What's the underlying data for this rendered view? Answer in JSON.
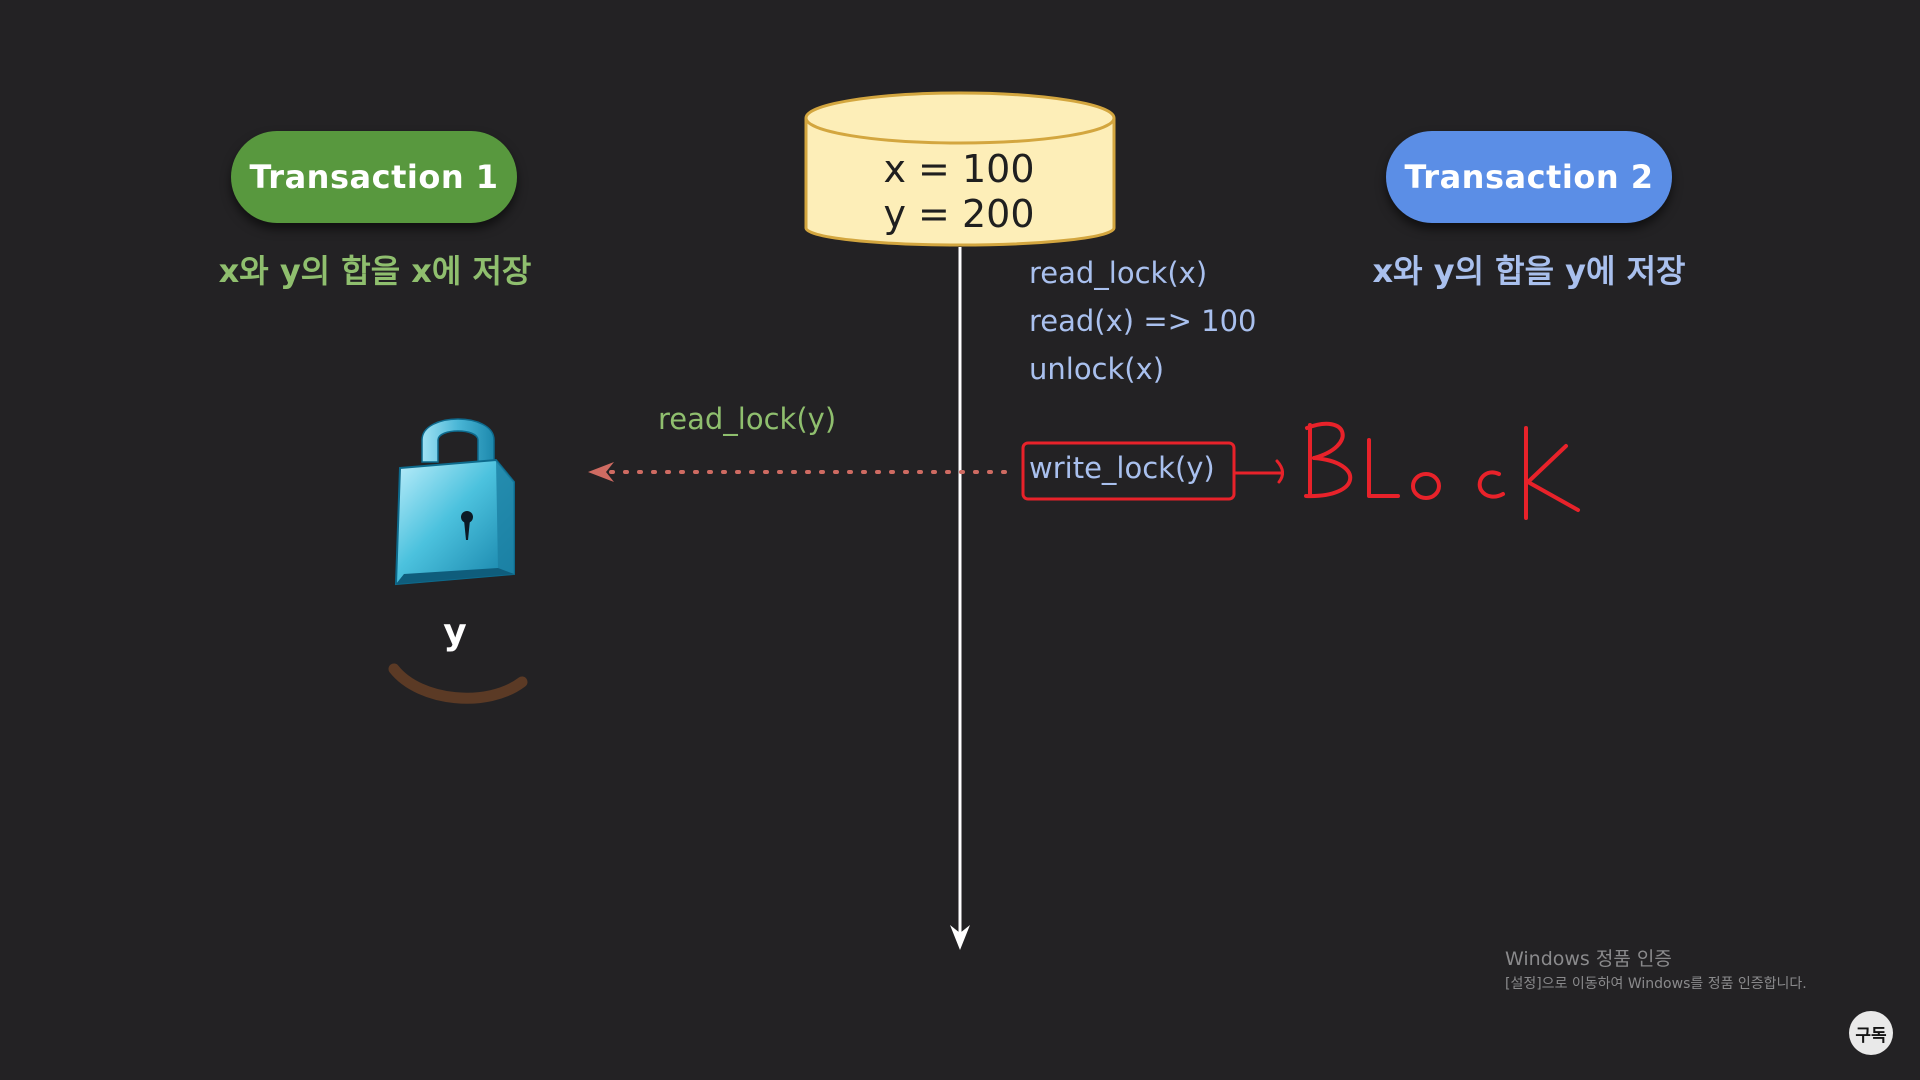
{
  "transaction1": {
    "label": "Transaction 1",
    "description": "x와 y의 합을 x에 저장",
    "color": "#58983e"
  },
  "transaction2": {
    "label": "Transaction 2",
    "description": "x와 y의 합을 y에 저장",
    "color": "#5b8ee6"
  },
  "database": {
    "x_value": "x = 100",
    "y_value": "y = 200",
    "fill_color": "#fdeeb8"
  },
  "timeline_ops": {
    "read_lock_x": "read_lock(x)",
    "read_x": "read(x) => 100",
    "unlock_x": "unlock(x)",
    "write_lock_y": "write_lock(y)",
    "read_lock_y": "read_lock(y)"
  },
  "lock": {
    "label": "y",
    "icon": "padlock-icon"
  },
  "annotation": {
    "text": "BLocK",
    "color": "#e8222a"
  },
  "watermark": {
    "title": "Windows 정품 인증",
    "subtitle": "[설정]으로 이동하여 Windows를 정품 인증합니다."
  },
  "subscribe_badge": {
    "label": "구독"
  }
}
